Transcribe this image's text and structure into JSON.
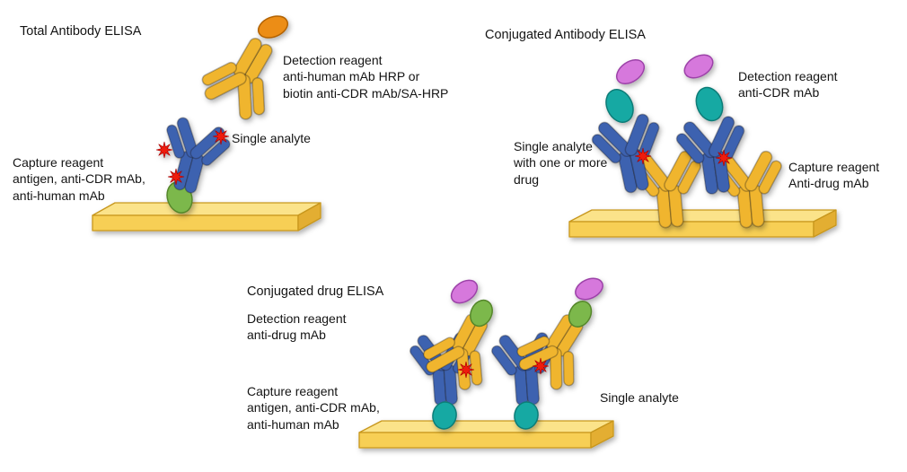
{
  "panels": {
    "total_antibody": {
      "title": "Total Antibody ELISA",
      "detection_label": "Detection reagent\nanti-human mAb HRP or\nbiotin anti-CDR mAb/SA-HRP",
      "analyte_label": "Single analyte",
      "capture_label": "Capture reagent\nantigen, anti-CDR mAb,\nanti-human mAb"
    },
    "conjugated_antibody": {
      "title": "Conjugated Antibody ELISA",
      "detection_label": "Detection reagent\nanti-CDR mAb",
      "analyte_label": "Single analyte\nwith one or more\ndrug",
      "capture_label": "Capture reagent\nAnti-drug mAb"
    },
    "conjugated_drug": {
      "title": "Conjugated drug ELISA",
      "detection_label": "Detection reagent\nanti-drug mAb",
      "capture_label": "Capture reagent\nantigen, anti-CDR mAb,\nanti-human mAb",
      "analyte_label": "Single analyte"
    }
  },
  "colors": {
    "antibody_blue": "#3E62B0",
    "antibody_yellow": "#F0B52E",
    "antigen_green": "#7CB84B",
    "label_orange": "#EC8D13",
    "label_teal": "#17A9A3",
    "label_magenta": "#D678DC",
    "drug_star_red": "#EE1B0B",
    "plate_top": "#FBE38A",
    "plate_front": "#F7CF55",
    "plate_side": "#E3AE33"
  }
}
